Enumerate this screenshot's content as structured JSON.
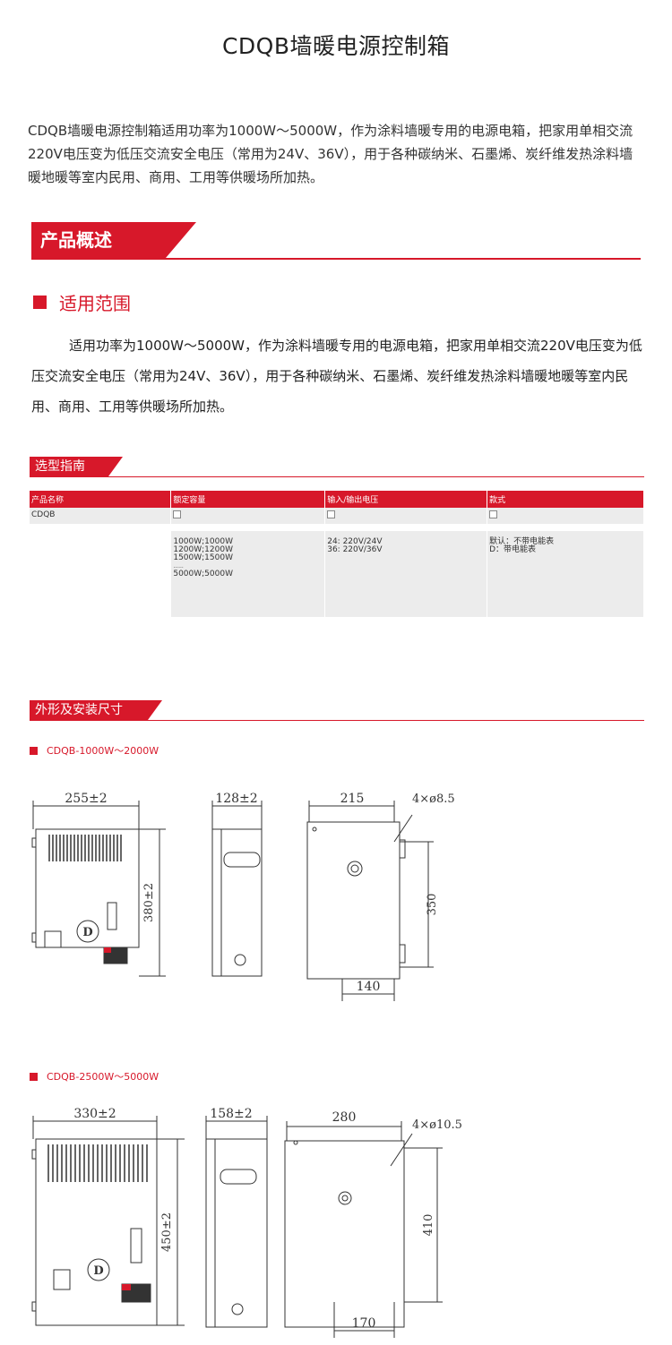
{
  "page": {
    "title": "CDQB墙暖电源控制箱",
    "intro": "CDQB墙暖电源控制箱适用功率为1000W～5000W，作为涂料墙暖专用的电源电箱，把家用单相交流220V电压变为低压交流安全电压（常用为24V、36V），用于各种碳纳米、石墨烯、炭纤维发热涂料墙暖地暖等室内民用、商用、工用等供暖场所加热。"
  },
  "overview": {
    "banner": "产品概述",
    "scope_heading": "适用范围",
    "scope_text": "适用功率为1000W～5000W，作为涂料墙暖专用的电源电箱，把家用单相交流220V电压变为低压交流安全电压（常用为24V、36V），用于各种碳纳米、石墨烯、炭纤维发热涂料墙暖地暖等室内民用、商用、工用等供暖场所加热。"
  },
  "selection": {
    "banner": "选型指南",
    "headers": [
      "产品名称",
      "额定容量",
      "输入/输出电压",
      "款式"
    ],
    "product": "CDQB",
    "capacity_options": [
      "1000W;1000W",
      "1200W;1200W",
      "1500W;1500W",
      "......",
      "5000W;5000W"
    ],
    "voltage_options": [
      "24:  220V/24V",
      "36:  220V/36V"
    ],
    "style_options": [
      "默认：不带电能表",
      "D：带电能表"
    ]
  },
  "dimensions": {
    "banner": "外形及安装尺寸",
    "models": [
      {
        "label": "CDQB-1000W～2000W",
        "front_width": "255±2",
        "front_height": "380±2",
        "side_depth": "128±2",
        "back_width": "215",
        "back_height": "350",
        "holes": "4×ø8.5",
        "bottom_spacing": "140",
        "badge": "D"
      },
      {
        "label": "CDQB-2500W～5000W",
        "front_width": "330±2",
        "front_height": "450±2",
        "side_depth": "158±2",
        "back_width": "280",
        "back_height": "410",
        "holes": "4×ø10.5",
        "bottom_spacing": "170",
        "badge": "D"
      }
    ]
  }
}
